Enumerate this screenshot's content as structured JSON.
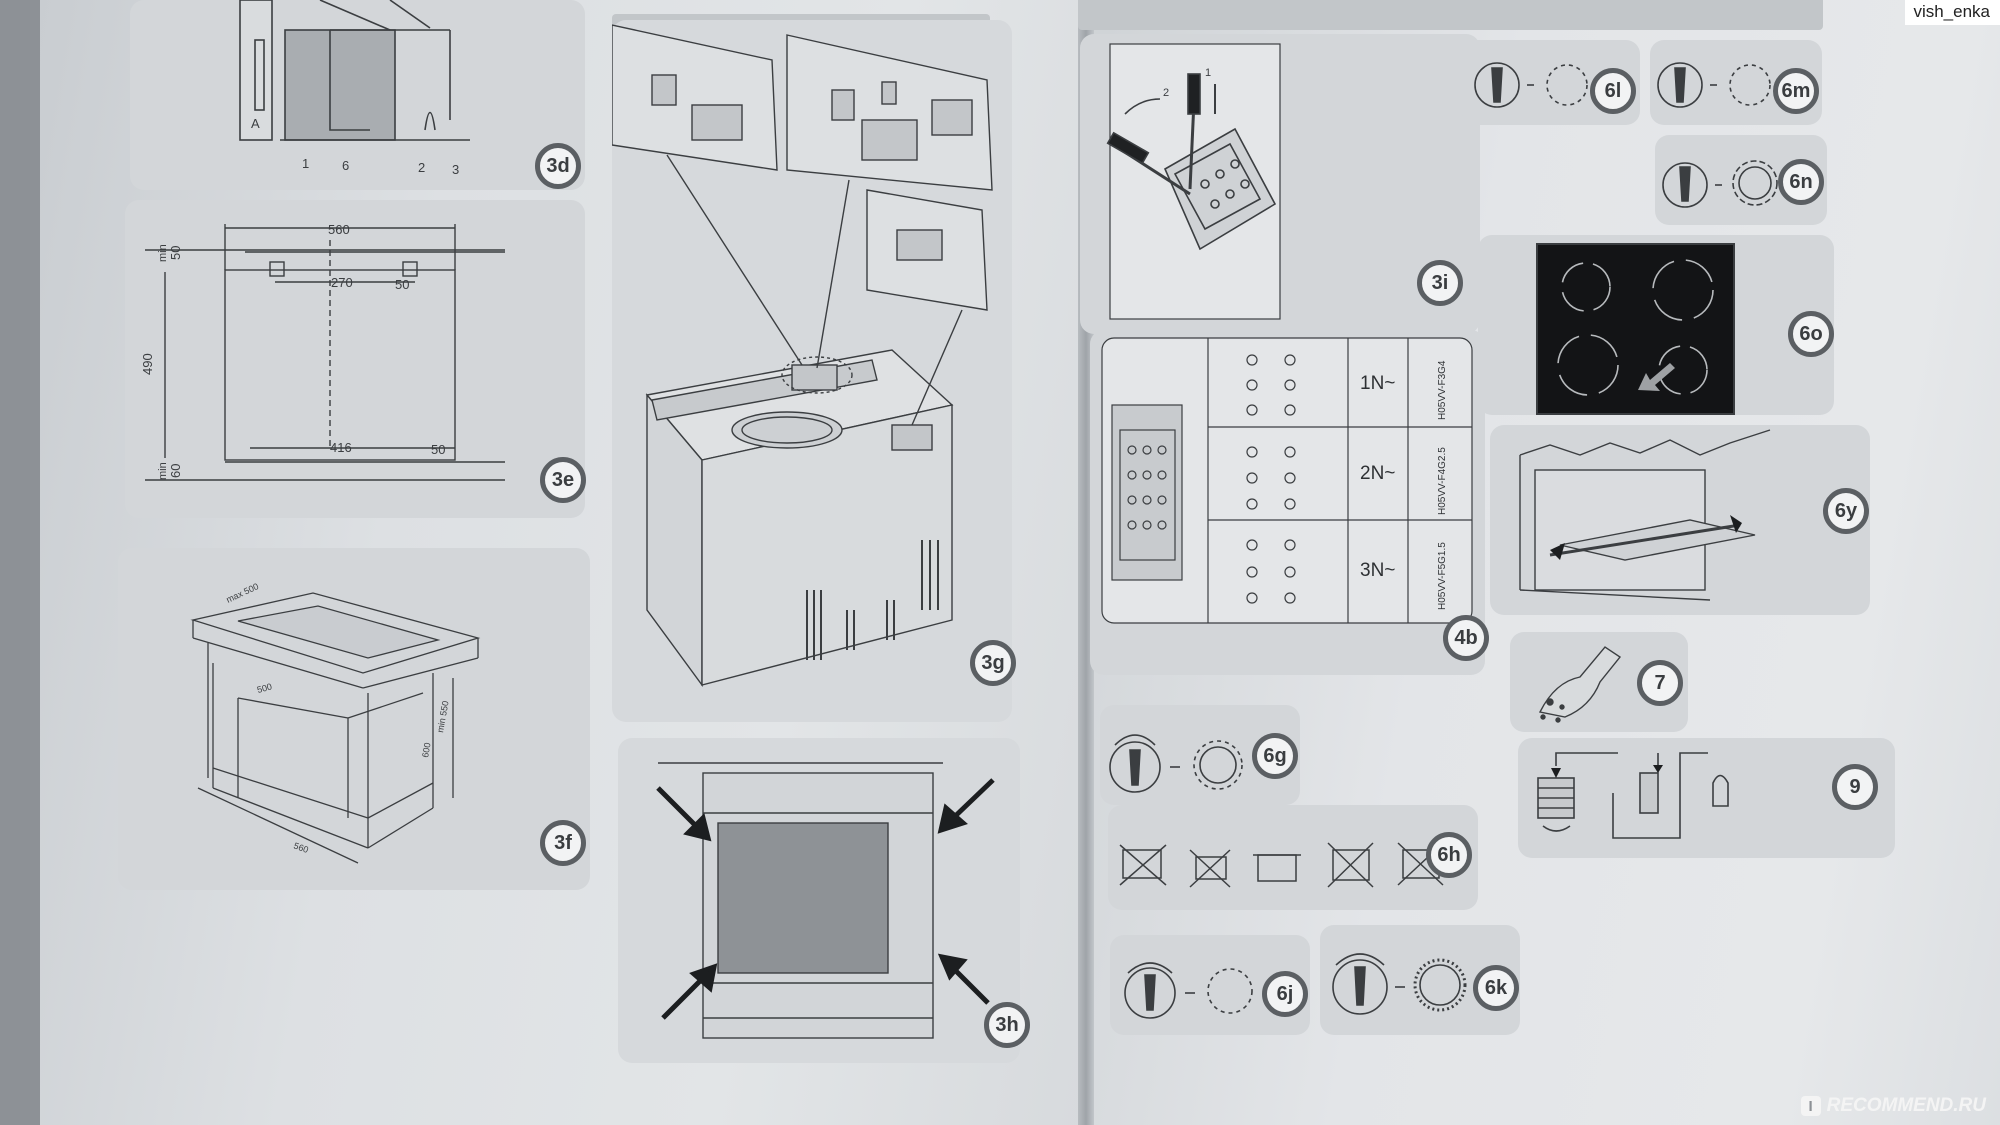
{
  "watermark": {
    "user": "vish_enka",
    "site": "RECOMMEND.RU",
    "site_icon": "I"
  },
  "figures": {
    "fig_3d": {
      "label": "3d",
      "callouts": [
        "A",
        "1",
        "6",
        "2",
        "3"
      ]
    },
    "fig_3e": {
      "label": "3e",
      "dims": {
        "width": "560",
        "top_min_label": "min",
        "top_min": "50",
        "inner": "270",
        "inner_gap": "50",
        "height": "490",
        "bottom_inner": "416",
        "bottom_gap": "50",
        "bottom_min_label": "min",
        "bottom_min": "60"
      }
    },
    "fig_3f": {
      "label": "3f",
      "dims": [
        "max 500",
        "500",
        "560",
        "600",
        "min 550"
      ]
    },
    "fig_3g": {
      "label": "3g"
    },
    "fig_3h": {
      "label": "3h"
    },
    "fig_3i": {
      "label": "3i",
      "callouts": [
        "2",
        "1"
      ]
    },
    "fig_4b": {
      "label": "4b",
      "rows": [
        {
          "phase": "1N~",
          "cable": "H05VV-F3G4"
        },
        {
          "phase": "2N~",
          "cable": "H05VV-F4G2.5"
        },
        {
          "phase": "3N~",
          "cable": "H05VV-F5G1.5"
        }
      ]
    },
    "fig_6g": {
      "label": "6g"
    },
    "fig_6h": {
      "label": "6h"
    },
    "fig_6j": {
      "label": "6j"
    },
    "fig_6k": {
      "label": "6k"
    },
    "fig_6l": {
      "label": "6l"
    },
    "fig_6m": {
      "label": "6m"
    },
    "fig_6n": {
      "label": "6n"
    },
    "fig_6o": {
      "label": "6o"
    },
    "fig_6y": {
      "label": "6y"
    },
    "fig_7": {
      "label": "7"
    },
    "fig_9": {
      "label": "9"
    }
  }
}
